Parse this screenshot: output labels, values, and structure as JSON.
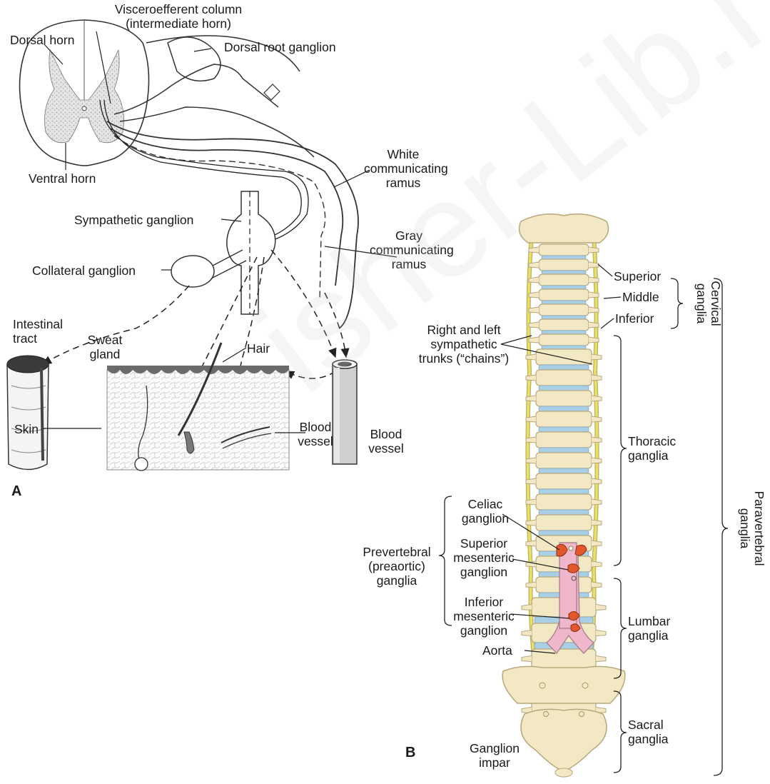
{
  "panel_a": {
    "letter": "A",
    "labels": {
      "visceroefferent": "Visceroefferent column\n(intermediate horn)",
      "dorsal_horn": "Dorsal horn",
      "dorsal_root_ganglion": "Dorsal root ganglion",
      "ventral_horn": "Ventral horn",
      "white_ramus": "White\ncommunicating\nramus",
      "sympathetic_ganglion": "Sympathetic ganglion",
      "gray_ramus": "Gray\ncommunicating\nramus",
      "collateral_ganglion": "Collateral ganglion",
      "intestinal_tract": "Intestinal\ntract",
      "sweat_gland": "Sweat\ngland",
      "hair": "Hair",
      "skin": "Skin",
      "blood_vessel_skin": "Blood\nvessel",
      "blood_vessel": "Blood\nvessel"
    }
  },
  "panel_b": {
    "letter": "B",
    "labels": {
      "superior": "Superior",
      "middle": "Middle",
      "inferior": "Inferior",
      "cervical_ganglia": "Cervical\nganglia",
      "sympathetic_trunks": "Right and left\nsympathetic\ntrunks (“chains”)",
      "thoracic_ganglia": "Thoracic\nganglia",
      "celiac_ganglion": "Celiac\nganglion",
      "superior_mesenteric": "Superior\nmesenteric\nganglion",
      "prevertebral_ganglia": "Prevertebral\n(preaortic)\nganglia",
      "inferior_mesenteric": "Inferior\nmesenteric\nganglion",
      "lumbar_ganglia": "Lumbar\nganglia",
      "aorta": "Aorta",
      "sacral_ganglia": "Sacral\nganglia",
      "ganglion_impar": "Ganglion\nimpar",
      "paravertebral_ganglia": "Paravertebral\nganglia"
    }
  },
  "colors": {
    "bone": "#f3e8c4",
    "bone_outline": "#b7a77b",
    "disc": "#a9cfe6",
    "aorta": "#f0b7cc",
    "ganglion_orange": "#e2572b",
    "chain_yellow": "#e9df6a",
    "gray_fill": "#d3d3d3",
    "line": "#222222"
  },
  "watermark": "isher-Lib.ru"
}
